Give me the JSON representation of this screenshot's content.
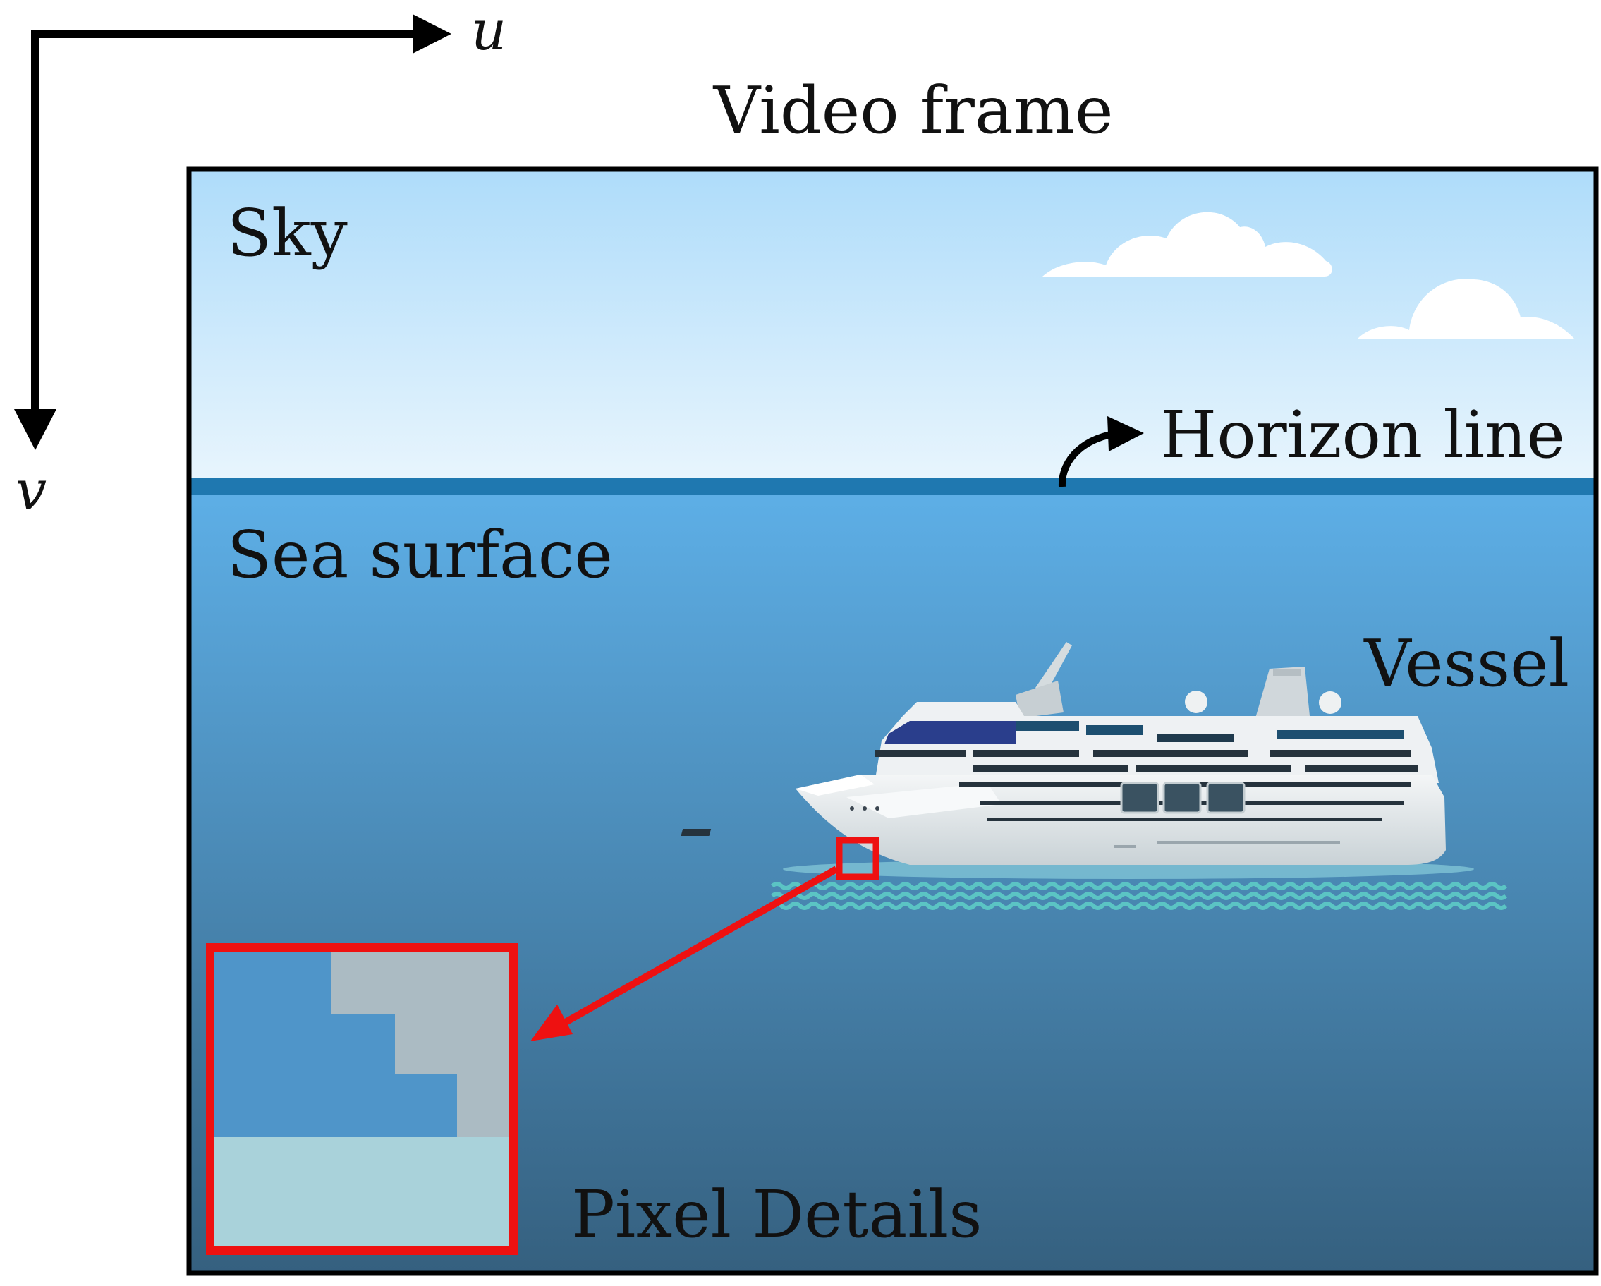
{
  "axes": {
    "u_label": "u",
    "v_label": "v"
  },
  "frame": {
    "title": "Video frame"
  },
  "labels": {
    "sky": "Sky",
    "horizon": "Horizon line",
    "sea": "Sea surface",
    "vessel": "Vessel",
    "pixel_details": "Pixel Details"
  },
  "colors": {
    "sky_top": "#aedcfa",
    "sky_bottom": "#e8f5fd",
    "horizon_line": "#1f78b0",
    "sea_top": "#5eb0e8",
    "sea_bottom": "#35607f",
    "zoom_box": "#ee1111",
    "pixel_sea": "#4f95c9",
    "pixel_hull": "#abbbc3",
    "pixel_water": "#a9d2da",
    "wave": "#5bc4c4",
    "cloud": "#ffffff"
  },
  "icons": [
    "axis-arrow-icon",
    "curved-arrow-icon",
    "cloud-icon",
    "cruise-ship-icon",
    "zoom-arrow-icon"
  ]
}
